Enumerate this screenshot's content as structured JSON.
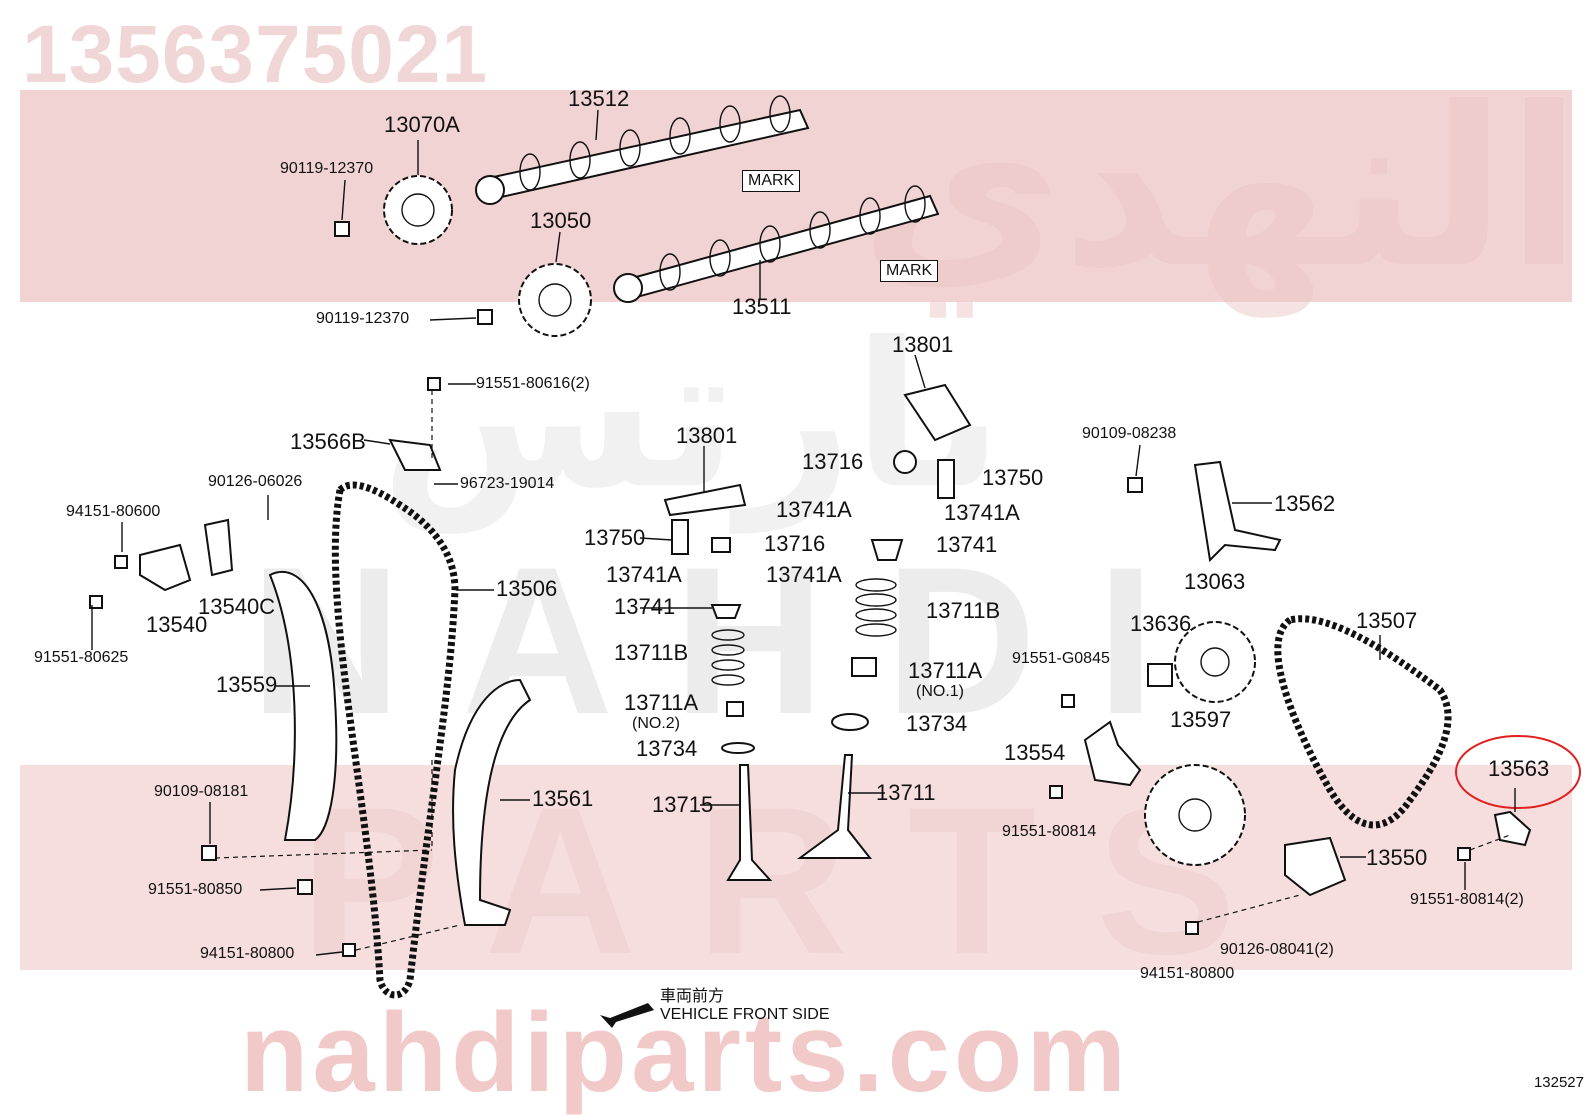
{
  "header": {
    "part_number": "1356375021"
  },
  "watermarks": {
    "site": "nahdiparts.com",
    "arabic_top": "النهدي",
    "arabic_mid": "بارتس",
    "latin_mid": "NAHDI",
    "latin_bottom": "PARTS"
  },
  "colors": {
    "band": "#f2d3d3",
    "highlight_circle": "#e02020",
    "ink": "#111111"
  },
  "callouts": {
    "c13512": "13512",
    "c13070A": "13070A",
    "c90119a": "90119-12370",
    "c13050": "13050",
    "c90119b": "90119-12370",
    "c13511": "13511",
    "mark1": "MARK",
    "mark2": "MARK",
    "c91551_80616": "91551-80616(2)",
    "c13566B": "13566B",
    "c96723": "96723-19014",
    "c90126_06026": "90126-06026",
    "c94151_80600": "94151-80600",
    "c13540": "13540",
    "c13540C": "13540C",
    "c91551_80625": "91551-80625",
    "c13506": "13506",
    "c13559": "13559",
    "c90109_08181": "90109-08181",
    "c91551_80850": "91551-80850",
    "c94151_80800a": "94151-80800",
    "c13561": "13561",
    "c13801a": "13801",
    "c13750a": "13750",
    "c13716a": "13716",
    "c13741Aa": "13741A",
    "c13741Ab": "13741A",
    "c13741a": "13741",
    "c13711Ba": "13711B",
    "c13711Aa": "13711A",
    "no2": "(NO.2)",
    "c13734a": "13734",
    "c13715": "13715",
    "c13801b": "13801",
    "c13716b": "13716",
    "c13750b": "13750",
    "c13741Ac": "13741A",
    "c13741Ad": "13741A",
    "c13741b": "13741",
    "c13711Bb": "13711B",
    "c13711Ab": "13711A",
    "no1": "(NO.1)",
    "c13734b": "13734",
    "c13711": "13711",
    "c90109_08238": "90109-08238",
    "c13562": "13562",
    "c13063": "13063",
    "c13636": "13636",
    "c91551_G0845": "91551-G0845",
    "c13507": "13507",
    "c13554": "13554",
    "c13597": "13597",
    "c91551_80814a": "91551-80814",
    "c13550": "13550",
    "c90126_08041": "90126-08041(2)",
    "c94151_80800b": "94151-80800",
    "c13563": "13563",
    "c91551_80814b": "91551-80814(2)"
  },
  "legend": {
    "jp": "車両前方",
    "front": "VEHICLE FRONT SIDE"
  },
  "figure_id": "132527"
}
